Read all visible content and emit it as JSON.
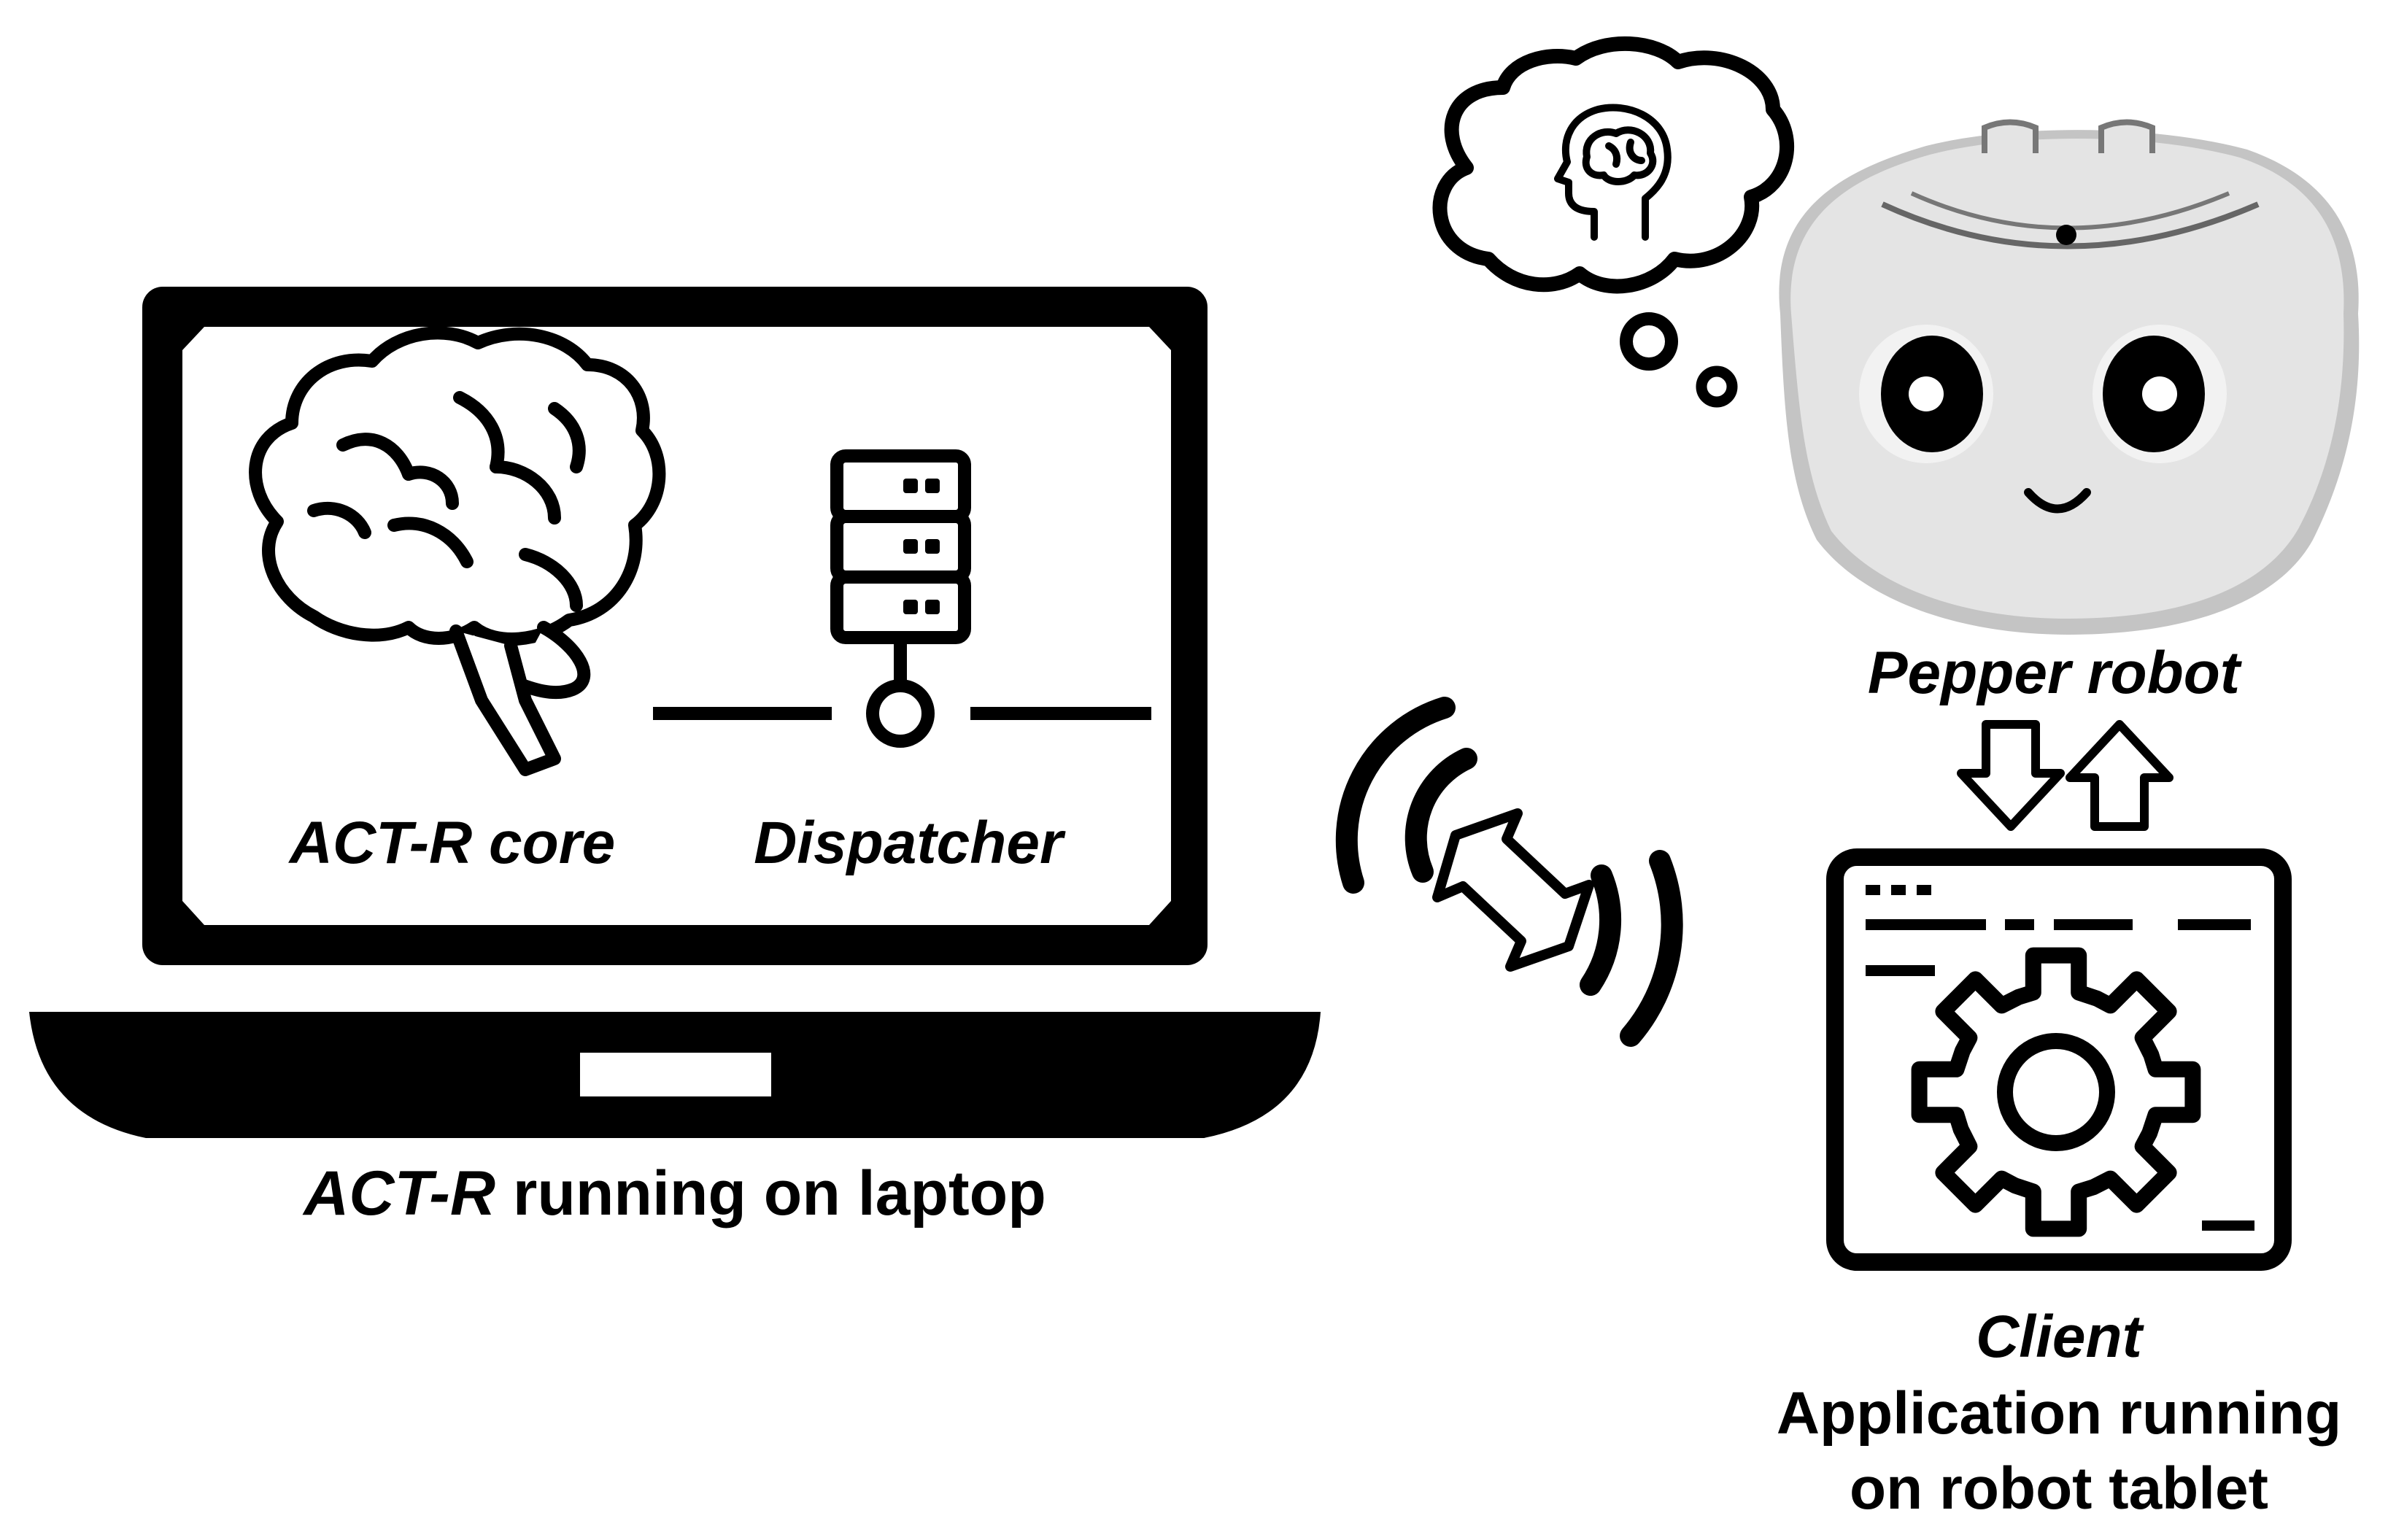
{
  "labels": {
    "actr_core": "ACT-R core",
    "dispatcher": "Dispatcher",
    "laptop_caption_italic": "ACT-R",
    "laptop_caption_rest": " running on laptop",
    "pepper": "Pepper robot",
    "client": "Client",
    "client_line2": "Application running",
    "client_line3": "on robot tablet"
  },
  "colors": {
    "ink": "#000000",
    "paper": "#ffffff",
    "robot_face": "#e4e4e4",
    "robot_shadow": "#c4c4c4",
    "robot_eye_ring": "#f2f2f2"
  },
  "icons": [
    "laptop-icon",
    "brain-icon",
    "server-icon",
    "wireless-signal-icon",
    "double-arrow-icon",
    "thought-bubble-icon",
    "head-brain-icon",
    "robot-head-icon",
    "arrow-down-icon",
    "arrow-up-icon",
    "app-window-icon",
    "gear-icon"
  ]
}
